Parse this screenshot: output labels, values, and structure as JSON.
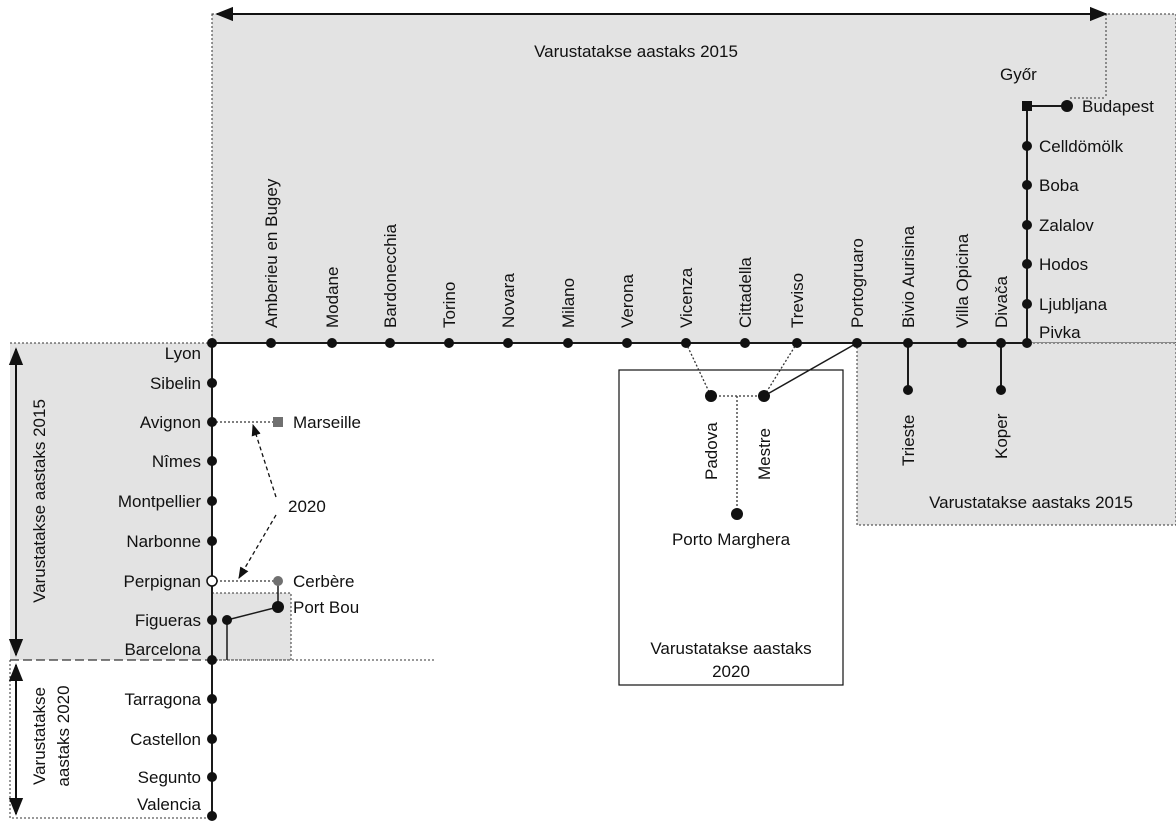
{
  "colors": {
    "region_fill": "#e3e3e3",
    "line": "#1a1a1a",
    "station": "#111111",
    "station_planned": "#707070"
  },
  "zone_labels": {
    "top": "Varustatakse aastaks 2015",
    "left_2015": "Varustatakse aastaks 2015",
    "left_2020_line1": "Varustatakse",
    "left_2020_line2": "aastaks 2020",
    "right": "Varustatakse aastaks 2015",
    "box_line1": "Varustatakse aastaks",
    "box_line2": "2020",
    "arrows_2020": "2020"
  },
  "stations": {
    "top": [
      "Amberieu en Bugey",
      "Modane",
      "Bardonecchia",
      "Torino",
      "Novara",
      "Milano",
      "Verona",
      "Vicenza",
      "Cittadella",
      "Treviso",
      "Portogruaro",
      "Bivio Aurisina",
      "Villa Opicina",
      "Divača"
    ],
    "hungary": [
      "Győr",
      "Budapest",
      "Celldömölk",
      "Boba",
      "Zalalov",
      "Hodos",
      "Ljubljana",
      "Pivka"
    ],
    "france": [
      "Lyon",
      "Sibelin",
      "Avignon",
      "Nîmes",
      "Montpellier",
      "Narbonne",
      "Perpignan"
    ],
    "branches": [
      "Marseille",
      "Cerbère",
      "Port Bou"
    ],
    "spain": [
      "Figueras",
      "Barcelona",
      "Tarragona",
      "Castellon",
      "Segunto",
      "Valencia"
    ],
    "italy_spurs": [
      "Padova",
      "Mestre",
      "Porto Marghera",
      "Trieste",
      "Koper"
    ]
  }
}
